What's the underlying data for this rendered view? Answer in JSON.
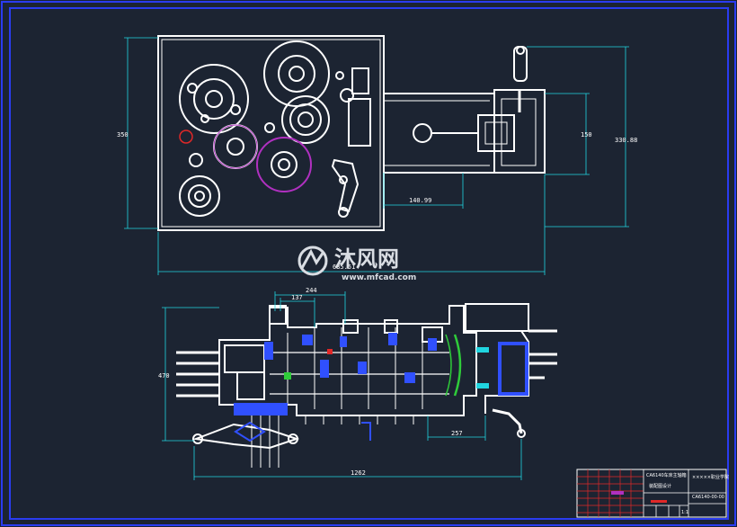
{
  "drawing": {
    "dimensions": {
      "upper_height_left": "350",
      "upper_height_right_inner": "150",
      "upper_height_right_outer": "330.88",
      "upper_width_mid": "140.99",
      "upper_width_bottom": "635.51",
      "lower_width_a": "244",
      "lower_width_b": "137",
      "lower_height_left": "470",
      "lower_width_right": "257",
      "lower_width_total": "1262"
    },
    "title_block": {
      "title_main": "CA6140车床主轴箱",
      "title_sub": "装配图设计",
      "company": "×××××职业学院",
      "drawing_no": "CA6140-00-00",
      "scale": "1:1"
    }
  },
  "watermark": {
    "cn": "沐风网",
    "url": "www.mfcad.com"
  },
  "colors": {
    "background": "#1c2432",
    "frame_blue": "#2a3cf0",
    "line_white": "#ffffff",
    "dimension_cyan": "#20d5e0",
    "accent_magenta": "#b030c0",
    "accent_red": "#e02828",
    "accent_green": "#2fcc3a",
    "accent_blue": "#3050ff"
  }
}
